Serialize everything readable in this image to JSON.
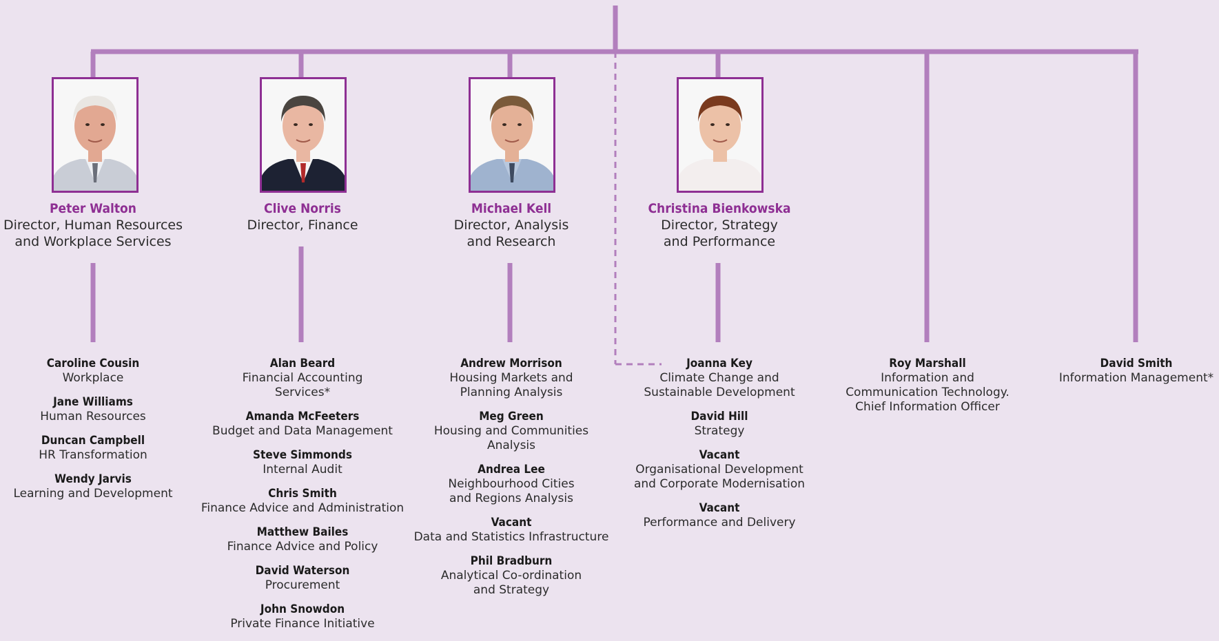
{
  "directors": [
    {
      "name": "Peter Walton",
      "title": [
        "Director, Human Resources",
        "and Workplace Services"
      ],
      "photo": {
        "hair": "#e9e6e2",
        "skin": "#e2a892",
        "suit": "#c9cdd6",
        "shirt": "#eef0f4",
        "tie": "#6b6f7a"
      }
    },
    {
      "name": "Clive Norris",
      "title": [
        "Director, Finance"
      ],
      "photo": {
        "hair": "#4a4540",
        "skin": "#e9b7a2",
        "suit": "#1d2233",
        "shirt": "#f6f6f6",
        "tie": "#b22a2a"
      }
    },
    {
      "name": "Michael Kell",
      "title": [
        "Director, Analysis",
        "and Research"
      ],
      "photo": {
        "hair": "#7a5a3a",
        "skin": "#e4b197",
        "suit": "#9fb3cf",
        "shirt": "#b8c8de",
        "tie": "#3d4a60"
      }
    },
    {
      "name": "Christina Bienkowska",
      "title": [
        "Director, Strategy",
        "and Performance"
      ],
      "photo": {
        "hair": "#7a3a1e",
        "skin": "#ecc1a7",
        "suit": "#f3eeee",
        "shirt": "#f3eeee",
        "tie": "#f3eeee"
      }
    }
  ],
  "staff": [
    [
      {
        "name": "Caroline Cousin",
        "role": [
          "Workplace"
        ]
      },
      {
        "name": "Jane Williams",
        "role": [
          "Human Resources"
        ]
      },
      {
        "name": "Duncan Campbell",
        "role": [
          "HR Transformation"
        ]
      },
      {
        "name": "Wendy Jarvis",
        "role": [
          "Learning and Development"
        ]
      }
    ],
    [
      {
        "name": "Alan Beard",
        "role": [
          "Financial Accounting",
          "Services*"
        ]
      },
      {
        "name": "Amanda McFeeters",
        "role": [
          "Budget and Data Management"
        ]
      },
      {
        "name": "Steve Simmonds",
        "role": [
          "Internal Audit"
        ]
      },
      {
        "name": "Chris Smith",
        "role": [
          "Finance Advice and Administration"
        ]
      },
      {
        "name": "Matthew Bailes",
        "role": [
          "Finance Advice and Policy"
        ]
      },
      {
        "name": "David Waterson",
        "role": [
          "Procurement"
        ]
      },
      {
        "name": "John Snowdon",
        "role": [
          "Private Finance Initiative"
        ]
      }
    ],
    [
      {
        "name": "Andrew Morrison",
        "role": [
          "Housing Markets and",
          "Planning Analysis"
        ]
      },
      {
        "name": "Meg Green",
        "role": [
          "Housing and Communities",
          "Analysis"
        ]
      },
      {
        "name": "Andrea Lee",
        "role": [
          "Neighbourhood Cities",
          "and Regions Analysis"
        ]
      },
      {
        "name": "Vacant",
        "role": [
          "Data and Statistics Infrastructure"
        ]
      },
      {
        "name": "Phil Bradburn",
        "role": [
          "Analytical Co-ordination",
          "and Strategy"
        ]
      }
    ],
    [
      {
        "name": "Joanna Key",
        "role": [
          "Climate Change and",
          "Sustainable Development"
        ]
      },
      {
        "name": "David Hill",
        "role": [
          "Strategy"
        ]
      },
      {
        "name": "Vacant",
        "role": [
          "Organisational Development",
          "and Corporate Modernisation"
        ]
      },
      {
        "name": "Vacant",
        "role": [
          "Performance and Delivery"
        ]
      }
    ],
    [
      {
        "name": "Roy Marshall",
        "role": [
          "Information and",
          "Communication Technology.",
          "Chief Information Officer"
        ]
      }
    ],
    [
      {
        "name": "David Smith",
        "role": [
          "Information Management*"
        ]
      }
    ]
  ],
  "colors": {
    "background": "#ece3ef",
    "line": "#b27fbd",
    "accent": "#8e2f93"
  }
}
